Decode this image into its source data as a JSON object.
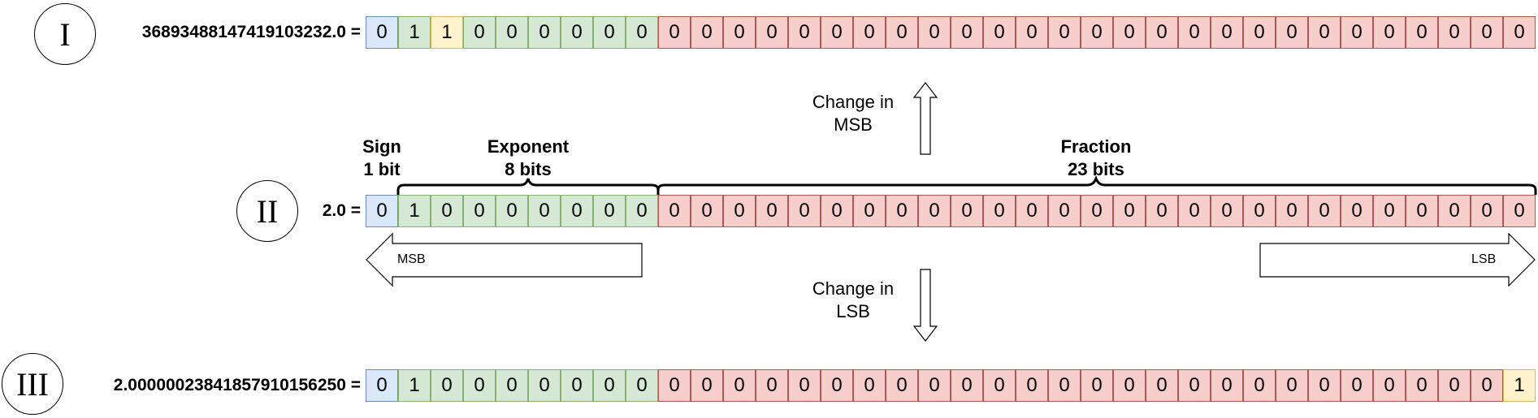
{
  "rows": [
    {
      "numeral": "I",
      "value_label": "36893488147419103232.0 =",
      "bits": [
        "0",
        "1",
        "1",
        "0",
        "0",
        "0",
        "0",
        "0",
        "0",
        "0",
        "0",
        "0",
        "0",
        "0",
        "0",
        "0",
        "0",
        "0",
        "0",
        "0",
        "0",
        "0",
        "0",
        "0",
        "0",
        "0",
        "0",
        "0",
        "0",
        "0",
        "0",
        "0",
        "0",
        "0",
        "0",
        "0"
      ],
      "highlight": [
        2
      ]
    },
    {
      "numeral": "II",
      "value_label": "2.0 =",
      "bits": [
        "0",
        "1",
        "0",
        "0",
        "0",
        "0",
        "0",
        "0",
        "0",
        "0",
        "0",
        "0",
        "0",
        "0",
        "0",
        "0",
        "0",
        "0",
        "0",
        "0",
        "0",
        "0",
        "0",
        "0",
        "0",
        "0",
        "0",
        "0",
        "0",
        "0",
        "0",
        "0",
        "0",
        "0",
        "0",
        "0"
      ],
      "highlight": []
    },
    {
      "numeral": "III",
      "value_label": "2.00000023841857910156250 =",
      "bits": [
        "0",
        "1",
        "0",
        "0",
        "0",
        "0",
        "0",
        "0",
        "0",
        "0",
        "0",
        "0",
        "0",
        "0",
        "0",
        "0",
        "0",
        "0",
        "0",
        "0",
        "0",
        "0",
        "0",
        "0",
        "0",
        "0",
        "0",
        "0",
        "0",
        "0",
        "0",
        "0",
        "0",
        "0",
        "0",
        "1"
      ],
      "highlight": [
        35
      ]
    }
  ],
  "fields": {
    "sign": {
      "name": "Sign",
      "size": "1 bit"
    },
    "exponent": {
      "name": "Exponent",
      "size": "8 bits"
    },
    "fraction": {
      "name": "Fraction",
      "size": "23 bits"
    }
  },
  "annotations": {
    "msb_change_line1": "Change in",
    "msb_change_line2": "MSB",
    "lsb_change_line1": "Change in",
    "lsb_change_line2": "LSB",
    "msb_arrow": "MSB",
    "lsb_arrow": "LSB"
  },
  "colors": {
    "sign": "#dae8fc",
    "exponent": "#d5e8d4",
    "fraction": "#f8cecc",
    "highlight": "#fff2cc"
  }
}
